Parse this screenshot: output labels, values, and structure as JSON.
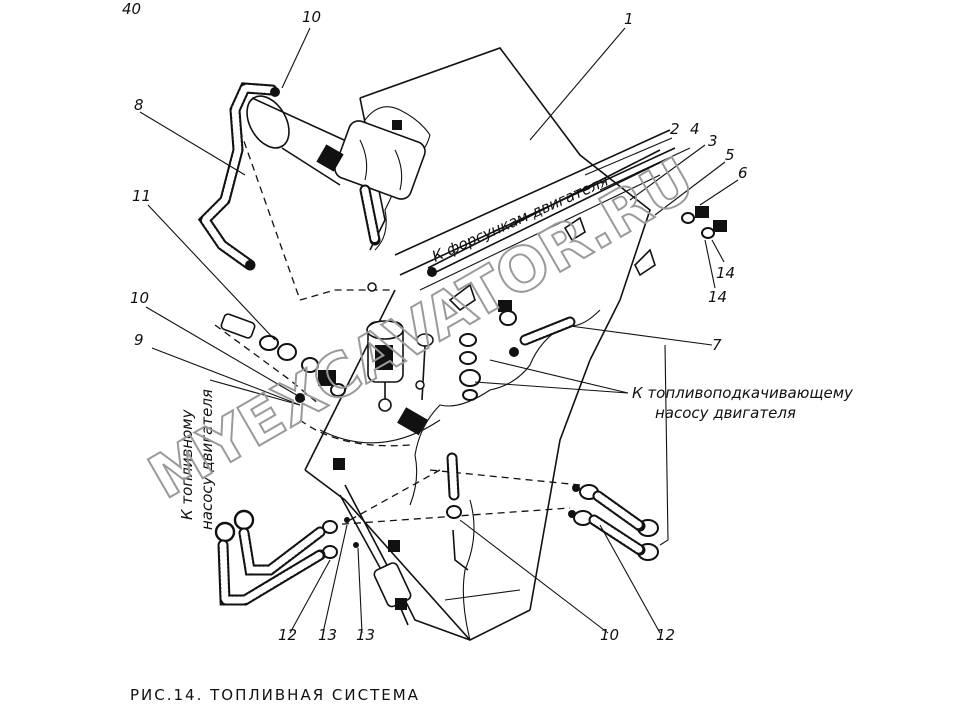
{
  "figure": {
    "caption": "РИС.14.  ТОПЛИВНАЯ СИСТЕМА",
    "corner_mark": "40",
    "watermark": "MYEXCAVATOR.RU",
    "labels": {
      "injectors": "К форсункам двигателя",
      "pump_line1": "К топливоподкачивающему",
      "pump_line2": "насосу двигателя",
      "left_line1": "К топливному",
      "left_line2": "насосу двигателя"
    },
    "callouts": {
      "c1": "1",
      "c2": "2",
      "c3": "3",
      "c4": "4",
      "c5": "5",
      "c6": "6",
      "c7": "7",
      "c8": "8",
      "c9": "9",
      "c10a": "10",
      "c10b": "10",
      "c10c": "10",
      "c11": "11",
      "c12a": "12",
      "c12b": "12",
      "c13a": "13",
      "c13b": "13",
      "c14a": "14",
      "c14b": "14"
    }
  }
}
